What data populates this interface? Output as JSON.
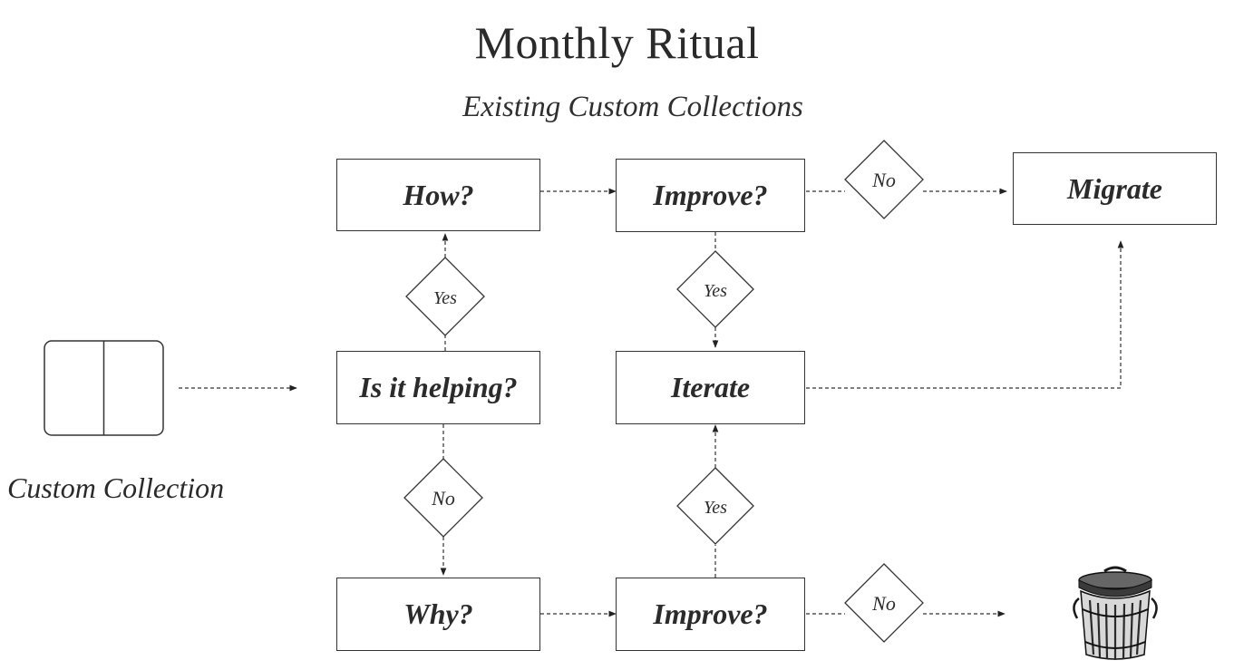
{
  "diagram": {
    "title": "Monthly Ritual",
    "subtitle": "Existing Custom Collections",
    "source_label": "Custom Collection",
    "nodes": {
      "how": "How?",
      "improve_top": "Improve?",
      "migrate": "Migrate",
      "is_it_helping": "Is it helping?",
      "iterate": "Iterate",
      "why": "Why?",
      "improve_bottom": "Improve?"
    },
    "decisions": {
      "yes_helping_to_how": "Yes",
      "no_improve_top_to_migrate": "No",
      "yes_improve_top_to_iterate": "Yes",
      "no_helping_to_why": "No",
      "yes_improve_bottom_to_iterate": "Yes",
      "no_improve_bottom_to_trash": "No"
    },
    "icons": {
      "collection": "book-icon",
      "trash": "trash-can-icon"
    },
    "colors": {
      "stroke": "#333333",
      "text": "#2b2b2b",
      "background": "#ffffff"
    }
  }
}
